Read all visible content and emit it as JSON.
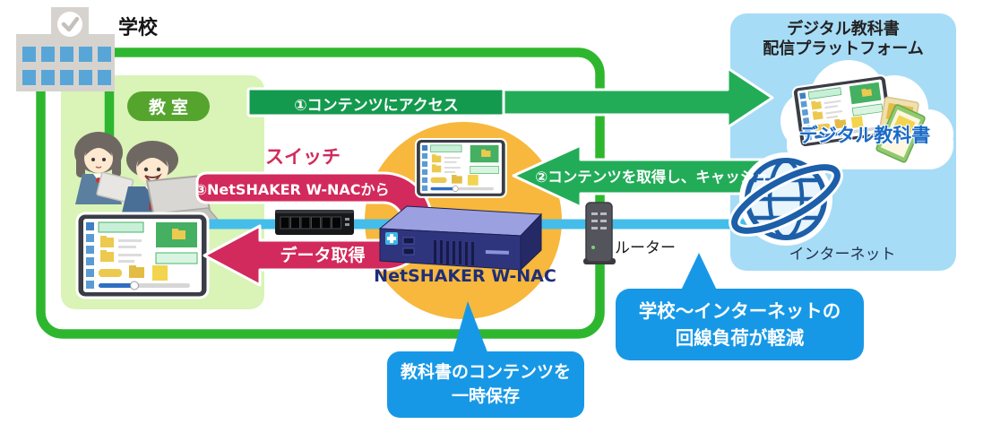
{
  "school": {
    "title": "学校",
    "classroom_label": "教室"
  },
  "flows": {
    "access": "①コンテンツにアクセス",
    "fetch_cache": "②コンテンツを取得し、キャッシュ",
    "from_device_line1": "③NetSHAKER W-NACから",
    "from_device_line2": "データ取得"
  },
  "devices": {
    "switch_label": "スイッチ",
    "appliance_label": "NetSHAKER W-NAC",
    "router_label": "ルーター"
  },
  "platform": {
    "title_line1": "デジタル教科書",
    "title_line2": "配信プラットフォーム",
    "cloud_text": "デジタル教科書",
    "internet_label": "インターネット"
  },
  "callouts": {
    "cache_line1": "教科書のコンテンツを",
    "cache_line2": "一時保存",
    "load_line1": "学校〜インターネットの",
    "load_line2": "回線負荷が軽減"
  },
  "colors": {
    "border_green": "#2eb72e",
    "classroom_fill": "#d9f4b6",
    "arrow_green": "#23ac58",
    "arrow_green_dark": "#149a4e",
    "crimson": "#d22a5c",
    "orange_circle": "#f7b83d",
    "line_blue": "#45bdea",
    "callout_blue": "#1798e6",
    "panel_blue": "#a7dcf6",
    "cloud_text_blue": "#1a6bc8",
    "globe_blue": "#1d5fa8",
    "appliance_navy": "#2f357d"
  }
}
